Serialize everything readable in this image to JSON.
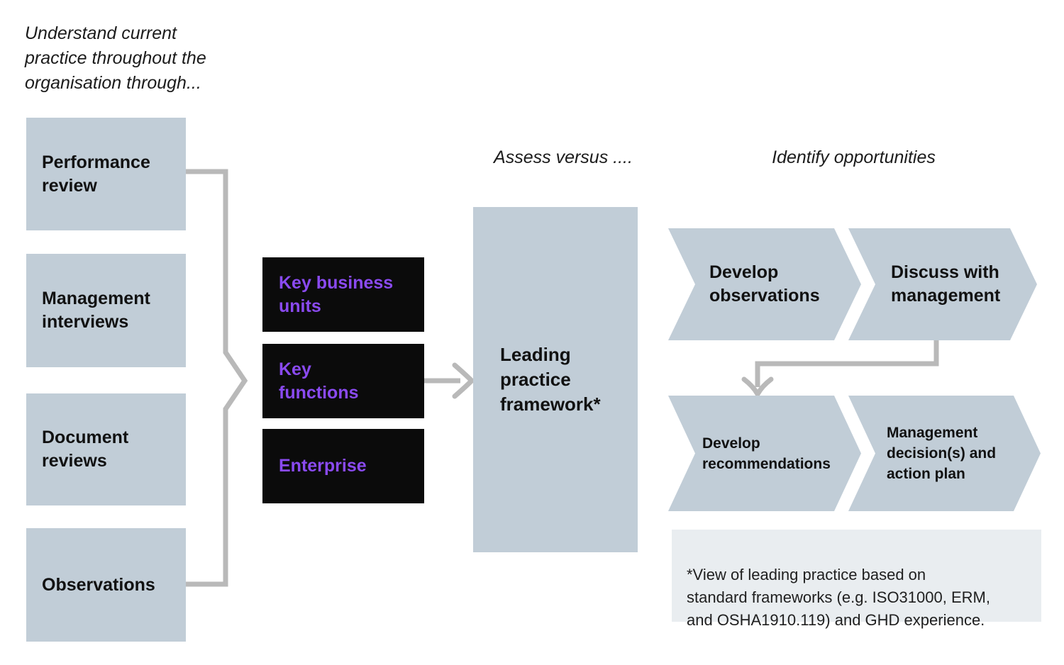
{
  "colors": {
    "box_fill": "#c1cdd7",
    "black_box": "#0b0b0b",
    "purple_text": "#8a4af0",
    "connector": "#b9b9b9",
    "footnote_bg": "#e9edf0"
  },
  "headings": {
    "understand": "Understand current\npractice throughout the\norganisation through...",
    "assess": "Assess versus ....",
    "identify": "Identify opportunities"
  },
  "sources": [
    {
      "label": "Performance\nreview"
    },
    {
      "label": "Management\ninterviews"
    },
    {
      "label": "Document\nreviews"
    },
    {
      "label": "Observations"
    }
  ],
  "scopes": [
    {
      "label": "Key business\nunits"
    },
    {
      "label": "Key\nfunctions"
    },
    {
      "label": "Enterprise"
    }
  ],
  "framework": {
    "label": "Leading\npractice\nframework*"
  },
  "opportunities": [
    {
      "label": "Develop\nobservations"
    },
    {
      "label": "Discuss with\nmanagement"
    },
    {
      "label": "Develop\nrecommendations"
    },
    {
      "label": "Management\ndecision(s) and\naction plan"
    }
  ],
  "footnote": "*View of leading practice based on\nstandard frameworks (e.g. ISO31000, ERM,\nand OSHA1910.119) and GHD experience."
}
